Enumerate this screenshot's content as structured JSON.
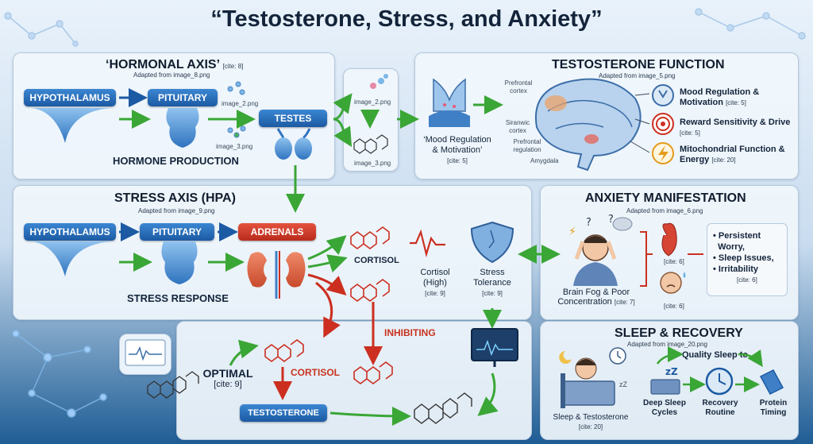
{
  "title": "“Testosterone, Stress, and Anxiety”",
  "hormonal_axis": {
    "title": "‘HORMONAL AXIS’",
    "cite": "[cite: 8]",
    "source": "Adapted from image_8.png",
    "hypothalamus": "HYPOTHALAMUS",
    "pituitary": "PITUITARY",
    "testes": "TESTES",
    "image_2": "image_2.png",
    "image_3": "image_3.png",
    "caption": "HORMONE PRODUCTION"
  },
  "mini_panel": {
    "image_2": "image_2.png",
    "image_3": "image_3.png"
  },
  "testosterone_function": {
    "title": "TESTOSTERONE FUNCTION",
    "source": "Adapted from image_5.png",
    "left_caption_1": "‘Mood Regulation",
    "left_caption_2": "& Motivation’",
    "left_cite": "[cite: 5]",
    "brain_labels": {
      "prefrontal_1": "Prefrontal",
      "prefrontal_2": "cortex",
      "siranwic_1": "Siranwic",
      "siranwic_2": "cortex",
      "prefrontal_reg_1": "Prefrontal",
      "prefrontal_reg_2": "regulation",
      "amygdala": "Amygdala"
    },
    "items": [
      {
        "label_1": "Mood Regulation &",
        "label_2": "Motivation",
        "cite": "[cite: 5]"
      },
      {
        "label_1": "Reward Sensitivity & Drive",
        "label_2": "",
        "cite": "[cite: 5]"
      },
      {
        "label_1": "Mitochondrial Function &",
        "label_2": "Energy",
        "cite": "[cite: 20]"
      }
    ]
  },
  "stress_axis": {
    "title": "STRESS AXIS (HPA)",
    "source": "Adapted from image_9.png",
    "hypothalamus": "HYPOTHALAMUS",
    "pituitary": "PITUITARY",
    "adrenals": "ADRENALS",
    "caption": "STRESS RESPONSE",
    "cortisol": "CORTISOL",
    "cortisol_high_1": "Cortisol",
    "cortisol_high_2": "(High)",
    "cortisol_high_cite": "[cite: 9]",
    "stress_tol_1": "Stress",
    "stress_tol_2": "Tolerance",
    "stress_tol_cite": "[cite: 9]"
  },
  "anxiety": {
    "title": "ANXIETY MANIFESTATION",
    "source": "Adapted from image_6.png",
    "caption_1": "Brain Fog & Poor",
    "caption_2": "Concentration",
    "caption_cite": "[cite: 7]",
    "heart_cite": "[cite: 6]",
    "face_cite": "[cite: 6]",
    "bullets": [
      "Persistent",
      "Worry,",
      "Sleep Issues,",
      "Irritability"
    ],
    "bullets_cite": "[cite: 6]"
  },
  "bottom": {
    "optimal": "OPTIMAL",
    "optimal_cite": "[cite: 9]",
    "cortisol": "CORTISOL",
    "inhibiting": "INHIBITING",
    "testosterone": "TESTOSTERONE"
  },
  "sleep": {
    "title": "SLEEP & RECOVERY",
    "source": "Adapted from image_20.png",
    "quality": "Quality Sleep to",
    "zz": "zZ",
    "left_caption": "Sleep & Testosterone",
    "left_cite": "[cite: 20]",
    "deep_1": "Deep Sleep",
    "deep_2": "Cycles",
    "recovery_1": "Recovery",
    "recovery_2": "Routine",
    "protein_1": "Protein",
    "protein_2": "Timing"
  },
  "colors": {
    "accent_blue": "#1c5aa3",
    "accent_red": "#c8321f",
    "arrow_green": "#3aa636",
    "arrow_red": "#cc2f20"
  }
}
